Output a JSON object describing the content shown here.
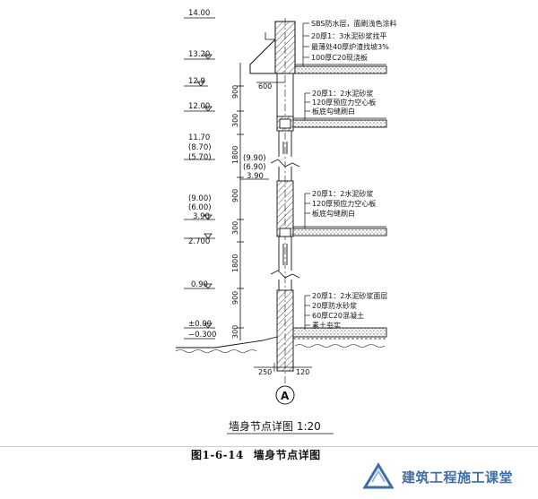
{
  "levels": [
    {
      "id": "l1400",
      "text": "14.00"
    },
    {
      "id": "l1320",
      "text": "13.20"
    },
    {
      "id": "l129",
      "text": "12.9"
    },
    {
      "id": "l1200",
      "text": "12.00"
    },
    {
      "id": "l1170",
      "text": "11.70"
    },
    {
      "id": "l870",
      "text": "(8.70)"
    },
    {
      "id": "l570",
      "text": "(5.70)"
    },
    {
      "id": "l990",
      "text": "(9.90)"
    },
    {
      "id": "l690",
      "text": "(6.90)"
    },
    {
      "id": "l390a",
      "text": "3.90"
    },
    {
      "id": "l900",
      "text": "(9.00)"
    },
    {
      "id": "l600",
      "text": "(6.00)"
    },
    {
      "id": "l390b",
      "text": "3.90"
    },
    {
      "id": "l2700",
      "text": "2.700"
    },
    {
      "id": "l090",
      "text": "0.90"
    },
    {
      "id": "l000",
      "text": "±0.00"
    },
    {
      "id": "lm300",
      "text": "−0.300"
    }
  ],
  "dims_vertical": [
    "900",
    "300",
    "1800",
    "900",
    "300",
    "1800",
    "900",
    "300"
  ],
  "dims_horizontal": {
    "parapet": "600",
    "wall": "250",
    "footing": "120"
  },
  "notes_roof": [
    "SBS防水层，面刷浅色涂料",
    "20厚1：3水泥砂浆找平",
    "最薄处40厚炉渣找坡3%",
    "100厚C20现浇板"
  ],
  "notes_floor_upper": [
    "20厚1：2水泥砂浆",
    "120厚预应力空心板",
    "板底勾缝刷白"
  ],
  "notes_floor_mid": [
    "20厚1：2水泥砂浆",
    "120厚预应力空心板",
    "板底勾缝刷白"
  ],
  "notes_ground": [
    "20厚1：2水泥砂浆面层",
    "20厚防水砂浆",
    "60厚C20混凝土",
    "素土夯实"
  ],
  "axis_label": "A",
  "drawing_title": "墙身节点详图 1:20",
  "caption": {
    "number": "图1-6-14",
    "title": "墙身节点详图"
  },
  "watermark": {
    "text": "建筑工程施工课堂"
  }
}
